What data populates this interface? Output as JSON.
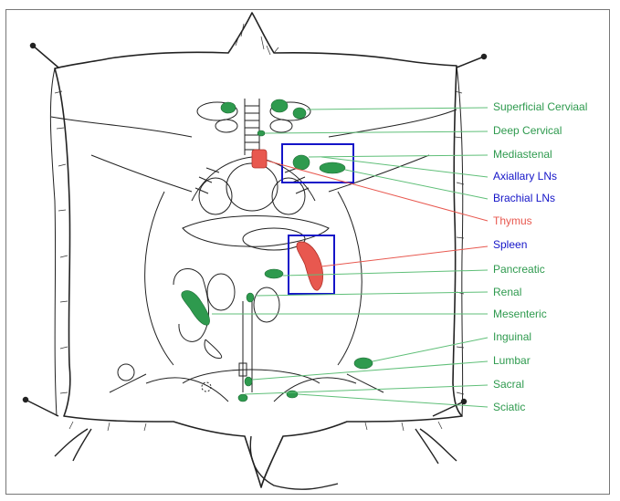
{
  "colors": {
    "lymph_node": "#2e9a4e",
    "organ": "#e8584f",
    "highlight_box": "#1414c8",
    "leader_green": "#5fbf78",
    "leader_red": "#e8584f",
    "ink": "#222222"
  },
  "labels": [
    {
      "text": "Superficial Cerviaal",
      "color": "#2e9a4e"
    },
    {
      "text": "Deep Cervical",
      "color": "#2e9a4e"
    },
    {
      "text": "Mediastenal",
      "color": "#2e9a4e"
    },
    {
      "text": "Axiallary LNs",
      "color": "#1414c8"
    },
    {
      "text": "Brachial LNs",
      "color": "#1414c8"
    },
    {
      "text": "Thymus",
      "color": "#e8584f"
    },
    {
      "text": "Spleen",
      "color": "#1414c8"
    },
    {
      "text": "Pancreatic",
      "color": "#2e9a4e"
    },
    {
      "text": "Renal",
      "color": "#2e9a4e"
    },
    {
      "text": "Mesenteric",
      "color": "#2e9a4e"
    },
    {
      "text": "Inguinal",
      "color": "#2e9a4e"
    },
    {
      "text": "Lumbar",
      "color": "#2e9a4e"
    },
    {
      "text": "Sacral",
      "color": "#2e9a4e"
    },
    {
      "text": "Sciatic",
      "color": "#2e9a4e"
    }
  ]
}
